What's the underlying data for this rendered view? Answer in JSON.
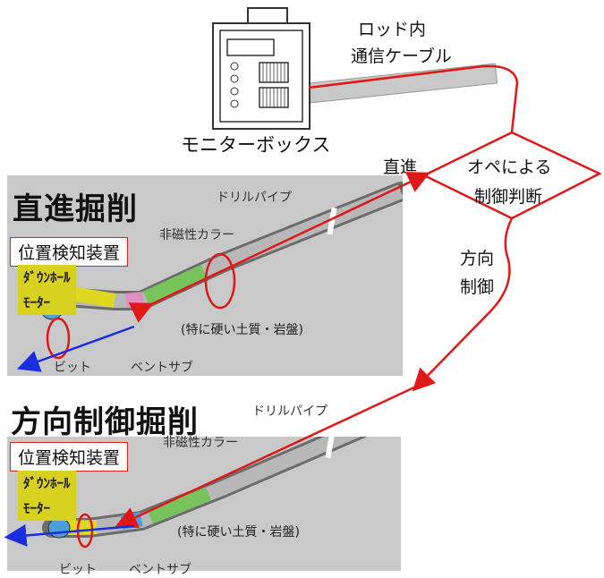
{
  "monitor": {
    "label": "モニターボックス",
    "cable_label_line1": "ロッド内",
    "cable_label_line2": "通信ケーブル"
  },
  "decision": {
    "label_line1": "オペによる",
    "label_line2": "制御判断",
    "straight_label": "直進",
    "direction_label_line1": "方向",
    "direction_label_line2": "制御"
  },
  "panel_straight": {
    "title": "直進掘削",
    "position_box": "位置検知装置",
    "motor_line1": "ﾀﾞｳﾝﾎｰﾙ",
    "motor_line2": "ﾓｰﾀｰ",
    "drill_pipe": "ドリルパイプ",
    "collar": "非磁性カラー",
    "hard_ground": "(特に硬い土質・岩盤)",
    "bit": "ビット",
    "bent_sub": "ベントサブ"
  },
  "panel_direction": {
    "title": "方向制御掘削",
    "position_box": "位置検知装置",
    "motor_line1": "ﾀﾞｳﾝﾎｰﾙ",
    "motor_line2": "ﾓｰﾀｰ",
    "drill_pipe": "ドリルパイプ",
    "collar": "非磁性カラー",
    "hard_ground": "(特に硬い土質・岩盤)",
    "bit": "ビット",
    "bent_sub": "ベントサブ"
  },
  "colors": {
    "signal_line": "#e01818",
    "direction_arrow": "#1a2ee0",
    "panel_bg": "#c9c9c9",
    "collar_green": "#79c35c",
    "motor_yellow": "#d8d120",
    "bent_pink": "#e28ec2",
    "bit_blue": "#4a9fd8"
  }
}
